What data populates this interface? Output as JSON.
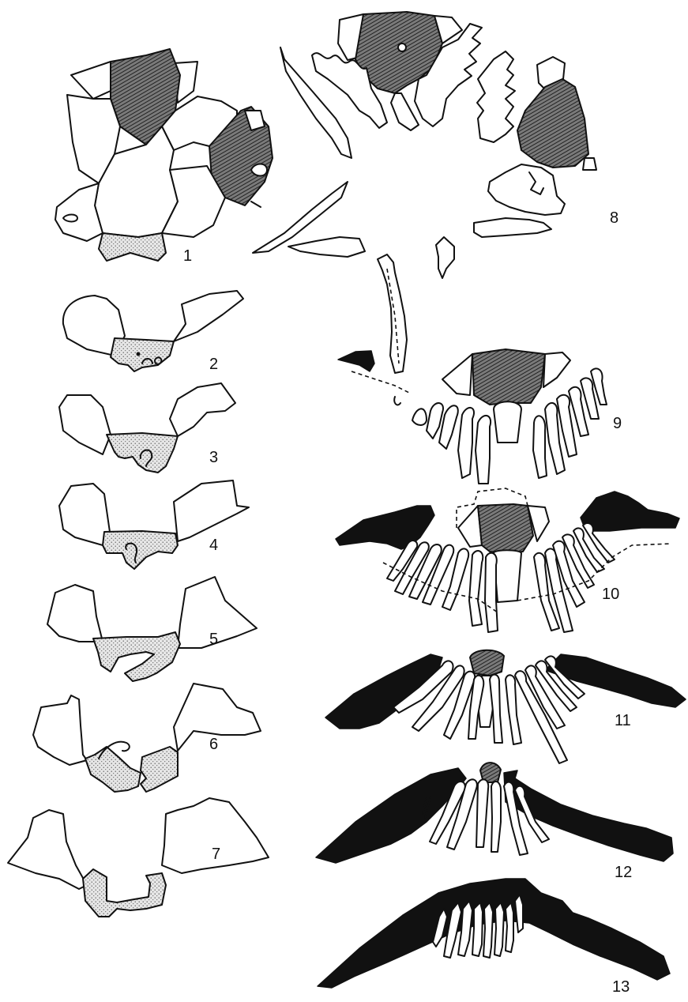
{
  "figure": {
    "labels": [
      "1",
      "2",
      "3",
      "4",
      "5",
      "6",
      "7",
      "8",
      "9",
      "10",
      "11",
      "12",
      "13"
    ],
    "fills": {
      "hatched": "#5a5a5a",
      "stippled": "#d8d8d8",
      "solid": "#111111",
      "outline": "#ffffff"
    }
  }
}
